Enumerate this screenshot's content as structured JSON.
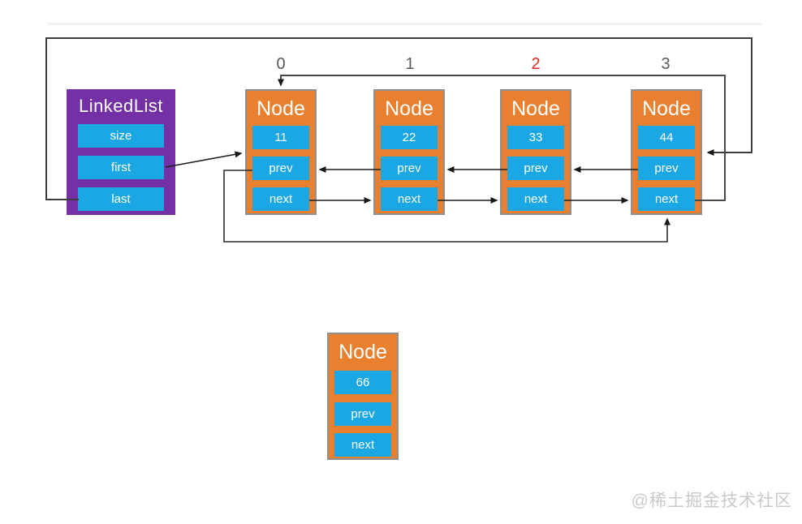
{
  "linked_list": {
    "title": "LinkedList",
    "fields": [
      "size",
      "first",
      "last"
    ]
  },
  "index_labels": [
    {
      "label": "0",
      "highlighted": false
    },
    {
      "label": "1",
      "highlighted": false
    },
    {
      "label": "2",
      "highlighted": true
    },
    {
      "label": "3",
      "highlighted": false
    }
  ],
  "nodes": [
    {
      "title": "Node",
      "value": "11",
      "pointer_fields": [
        "prev",
        "next"
      ]
    },
    {
      "title": "Node",
      "value": "22",
      "pointer_fields": [
        "prev",
        "next"
      ]
    },
    {
      "title": "Node",
      "value": "33",
      "pointer_fields": [
        "prev",
        "next"
      ]
    },
    {
      "title": "Node",
      "value": "44",
      "pointer_fields": [
        "prev",
        "next"
      ]
    }
  ],
  "detached_node": {
    "title": "Node",
    "value": "66",
    "pointer_fields": [
      "prev",
      "next"
    ]
  },
  "watermark": "@稀土掘金技术社区",
  "colors": {
    "linkedlist_purple": "#7430A5",
    "node_orange": "#E8802F",
    "field_blue": "#1BA7E3",
    "node_border_gray": "#8F8F8F",
    "index_gray": "#595959",
    "index_red": "#DA2A20",
    "connector_dark": "#2B2B2B",
    "loop_gray": "#4A4A4A",
    "watermark_gray": "#C9C9C9"
  }
}
